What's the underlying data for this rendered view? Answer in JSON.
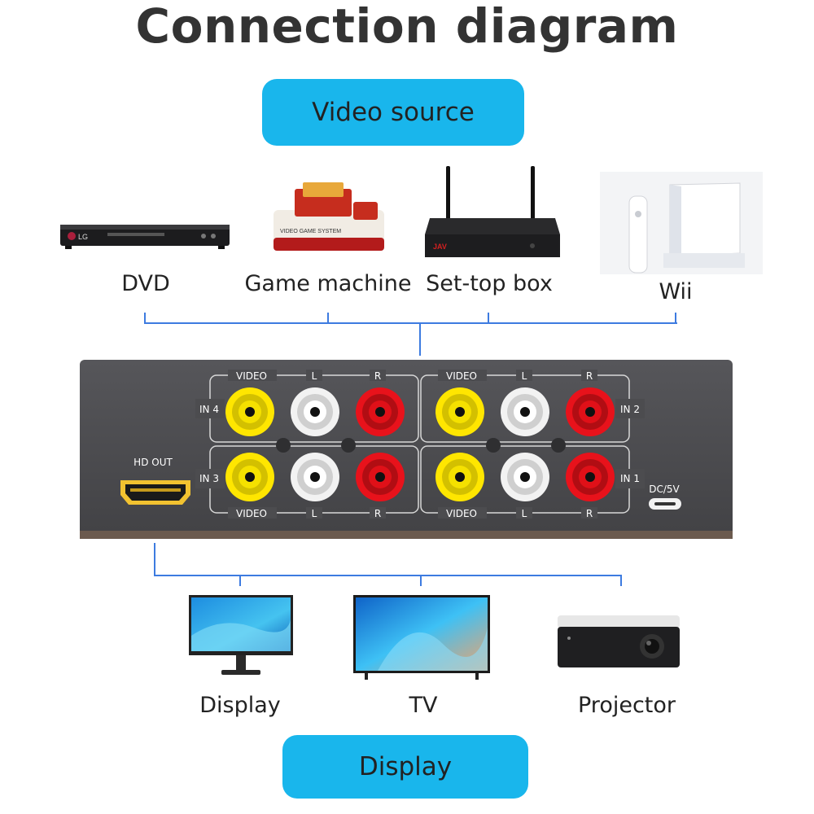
{
  "title": "Connection diagram",
  "source_label": "Video source",
  "display_label": "Display",
  "sources": [
    {
      "label": "DVD",
      "icon": "dvd-player-icon",
      "brand": "LG"
    },
    {
      "label": "Game machine",
      "icon": "game-console-icon",
      "brand": "VIDEO GAME SYSTEM"
    },
    {
      "label": "Set-top box",
      "icon": "set-top-box-icon",
      "brand": "JAV"
    },
    {
      "label": "Wii",
      "icon": "wii-console-icon"
    }
  ],
  "device": {
    "hd_out": "HD OUT",
    "dc": "DC/5V",
    "inputs": [
      "IN 4",
      "IN 3",
      "IN 2",
      "IN 1"
    ],
    "jack_labels": {
      "video": "VIDEO",
      "left": "L",
      "right": "R"
    }
  },
  "outputs": [
    {
      "label": "Display",
      "icon": "monitor-icon"
    },
    {
      "label": "TV",
      "icon": "tv-icon"
    },
    {
      "label": "Projector",
      "icon": "projector-icon"
    }
  ],
  "colors": {
    "pill": "#19b6ec",
    "wire": "#3d7be0",
    "panel": "#4a4a4c",
    "video_jack": "#ffe600",
    "left_jack": "#ffffff",
    "right_jack": "#e8121b",
    "hdmi": "#f2c230"
  }
}
